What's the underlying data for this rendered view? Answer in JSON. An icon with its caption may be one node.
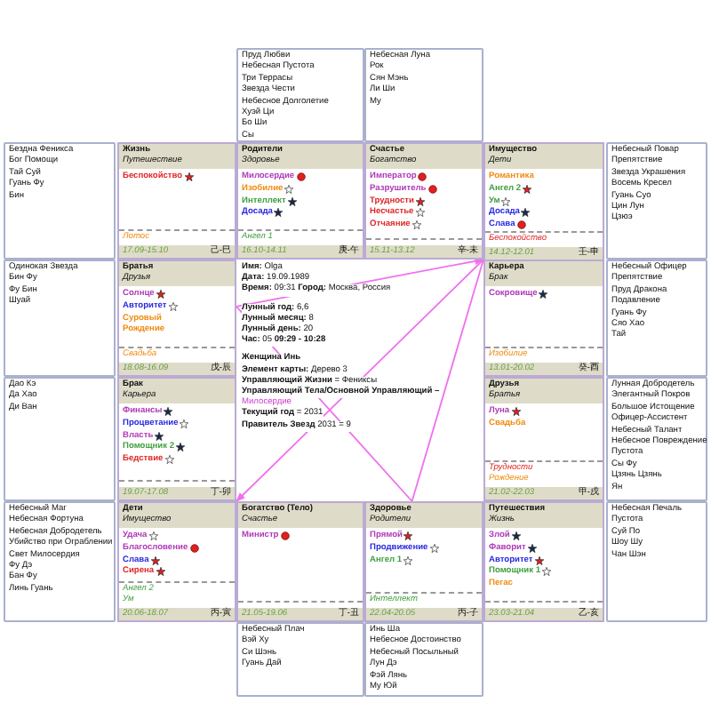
{
  "diagram": {
    "nodes": [
      {
        "text": [
          "Пруд Любви",
          "Небесная Пустота",
          "Три Террасы",
          "Звезда Чести",
          "Небесное Долголетие",
          "Хуэй Ци",
          "Бо Ши",
          "Сы"
        ]
      },
      {
        "text": [
          "Небесная Луна",
          "Рок",
          "Сян Мэнь",
          "Ли Ши",
          "Му"
        ]
      },
      {
        "text": [
          "Бездна Феникса",
          "Бог Помощи",
          "Тай Суй",
          "Гуань Фу",
          "Бин"
        ]
      },
      {
        "text": [
          "Жизнь",
          "Путешествие",
          "Беспокойство",
          "Лотос",
          "17.09-15.10",
          "己-巳"
        ]
      },
      {
        "text": [
          "Родители",
          "Здоровье",
          "Милосердие",
          "Изобилие",
          "Интеллект",
          "Досада",
          "Ангел 1",
          "16.10-14.11",
          "庚-午"
        ]
      },
      {
        "text": [
          "Счастье",
          "Богатство",
          "Император",
          "Разрушитель",
          "Трудности",
          "Несчастье",
          "Отчаяние",
          "15.11-13.12",
          "辛-未"
        ]
      },
      {
        "text": [
          "Имущество",
          "Дети",
          "Романтика",
          "Ангел 2",
          "Ум",
          "Досада",
          "Слава",
          "Беспокойство",
          "14.12-12.01",
          "壬-申"
        ]
      },
      {
        "text": [
          "Небесный Повар",
          "Препятствие",
          "Звезда Украшения",
          "Восемь Кресел",
          "Гуань Суо",
          "Цин Лун",
          "Цзюэ"
        ]
      },
      {
        "text": [
          "Одинокая Звезда",
          "Бин Фу",
          "Фу Бин",
          "Шуай"
        ]
      },
      {
        "text": [
          "Братья",
          "Друзья",
          "Солнце",
          "Авторитет",
          "Суровый",
          "Рождение",
          "Свадьба",
          "18.08-16.09",
          "戊-辰"
        ]
      },
      {
        "text": [
          "Карьера",
          "Брак",
          "Сокровище",
          "Изобилие",
          "13.01-20.02",
          "癸-酉"
        ]
      },
      {
        "text": [
          "Небесный Офицер",
          "Препятствие",
          "Пруд Дракона",
          "Подавление",
          "Гуань Фу",
          "Сяо Хао",
          "Тай"
        ]
      },
      {
        "text": [
          "Дао Кэ",
          "Да Хао",
          "Ди Ван"
        ]
      },
      {
        "text": [
          "Брак",
          "Карьера",
          "Финансы",
          "Процветание",
          "Власть",
          "Помощник 2",
          "Бедствие",
          "19.07-17.08",
          "丁-卯"
        ]
      },
      {
        "text": [
          "Друзья",
          "Братья",
          "Луна",
          "Свадьба",
          "Трудности",
          "Рождение",
          "21.02-22.03",
          "甲-戌"
        ]
      },
      {
        "text": [
          "Лунная Добродетель",
          "Элегантный Покров",
          "Большое Истощение",
          "Офицер-Ассистент",
          "Небесный Талант",
          "Небесное Повреждение",
          "Пустота",
          "Сы Фу",
          "Цзянь Цзянь",
          "Ян"
        ]
      },
      {
        "text": [
          "Небесный Маг",
          "Небесная Фортуна",
          "Небесная Добродетель",
          "Убийство при Ограблении",
          "Свет Милосердия",
          "Фу Дэ",
          "Бан Фу",
          "Линь Гуань"
        ]
      },
      {
        "text": [
          "Дети",
          "Имущество",
          "Удача",
          "Благословение",
          "Слава",
          "Сирена",
          "Ангел 2",
          "Ум",
          "20.06-18.07",
          "丙-寅"
        ]
      },
      {
        "text": [
          "Богатство (Тело)",
          "Счастье",
          "Министр",
          "21.05-19.06",
          "丁-丑"
        ]
      },
      {
        "text": [
          "Здоровье",
          "Родители",
          "Прямой",
          "Продвижение",
          "Ангел 1",
          "Интеллект",
          "22.04-20.05",
          "丙-子"
        ]
      },
      {
        "text": [
          "Путешествия",
          "Жизнь",
          "Злой",
          "Фаворит",
          "Авторитет",
          "Помощник 1",
          "Пегас",
          "23.03-21.04",
          "乙-亥"
        ]
      },
      {
        "text": [
          "Небесная Печаль",
          "Пустота",
          "Суй По",
          "Шоу Шу",
          "Чан Шэн"
        ]
      },
      {
        "text": [
          "Небесный Плач",
          "Вэй Ху",
          "Си Шэнь",
          "Гуань Дай"
        ]
      },
      {
        "text": [
          "Инь Ша",
          "Небесное Достоинство",
          "Небесный Посыльный",
          "Лун Дэ",
          "Фэй Лянь",
          "Му Юй"
        ]
      }
    ],
    "edges": [
      {
        "from": 9,
        "to": 10,
        "arrow": "to"
      },
      {
        "from": 10,
        "to": 17,
        "arrow": "to"
      },
      {
        "from": 10,
        "to": 19,
        "arrow": "none"
      },
      {
        "from": 9,
        "to": 19,
        "arrow": "none"
      }
    ],
    "labels": [
      "**Имя:** Olga",
      "**Дата:** 19.09.1989",
      "**Время:** 09:31 **Город:** Москва, Россия",
      "**Лунный год:** 6,6",
      "**Лунный месяц:** 8",
      "**Лунный день:** 20",
      "**Час:** 05 **09:29 - 10:28**",
      "Женщина Инь",
      "**Элемент карты:** Дерево 3",
      "**Управляющий Жизни** = Фениксы",
      "Управляющий Тела/Основной Управляющий –",
      "Милосердие",
      "**Текущий год** = 2031",
      "**Правитель Звезд** 2031 = 9"
    ]
  }
}
